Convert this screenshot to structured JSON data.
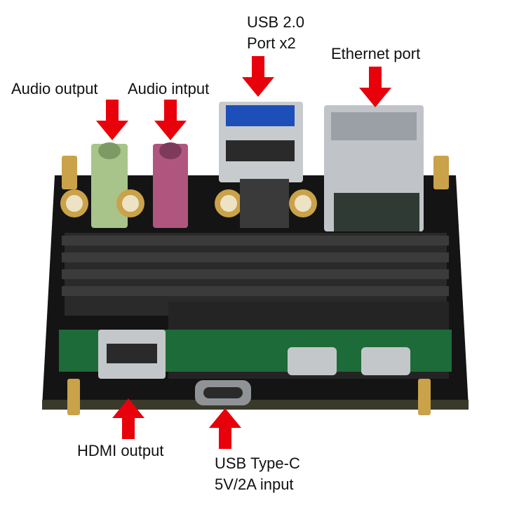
{
  "labels": {
    "usb2_line1": "USB 2.0",
    "usb2_line2": "Port x2",
    "ethernet": "Ethernet port",
    "audio_output": "Audio output",
    "audio_input": "Audio intput",
    "hdmi": "HDMI output",
    "usbc_line1": "USB Type-C",
    "usbc_line2": "5V/2A input"
  },
  "colors": {
    "arrow": "#e8000b",
    "pcb": "#111111",
    "heatsink": "#2a2a2a",
    "green_pcb": "#1e6b3a",
    "audio_green": "#a8c48a",
    "audio_pink": "#b0567e",
    "brass": "#c9a24a"
  },
  "icons": {
    "arrow": "red-down-arrow / red-up-arrow"
  }
}
